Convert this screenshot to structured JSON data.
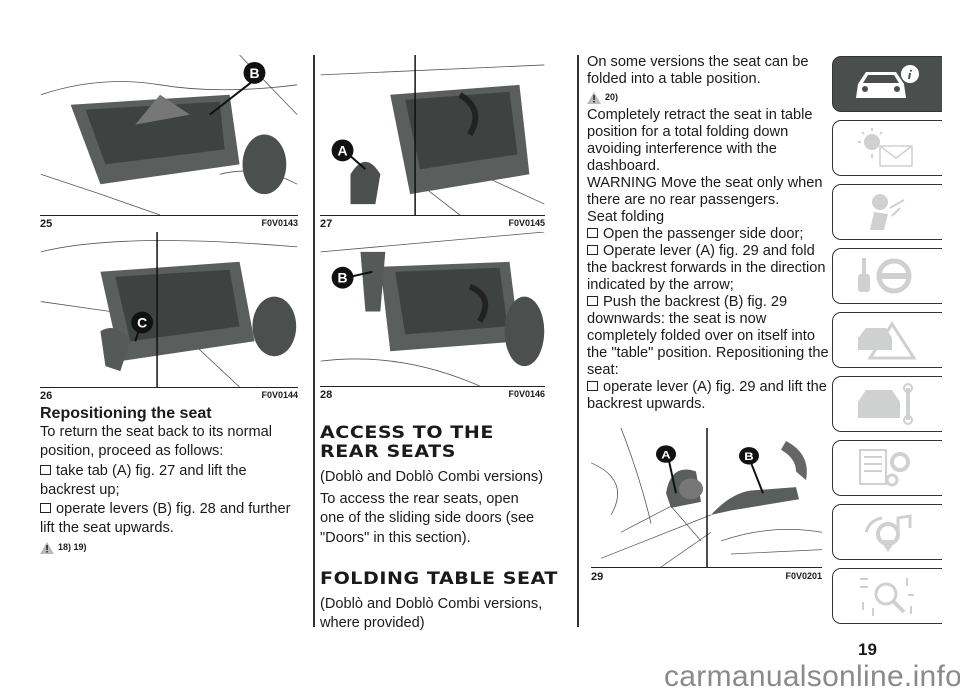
{
  "figures": [
    {
      "number": "25",
      "code": "F0V0143",
      "callouts": [
        "B"
      ]
    },
    {
      "number": "26",
      "code": "F0V0144",
      "callouts": [
        "C"
      ]
    },
    {
      "number": "27",
      "code": "F0V0145",
      "callouts": [
        "A"
      ]
    },
    {
      "number": "28",
      "code": "F0V0146",
      "callouts": [
        "B"
      ]
    },
    {
      "number": "29",
      "code": "F0V0201",
      "callouts": [
        "A",
        "B"
      ]
    }
  ],
  "left": {
    "heading": "Repositioning the seat",
    "intro": "To return the seat back to its normal position, proceed as follows:",
    "bullets": [
      "take tab (A) fig. 27 and lift the backrest up;",
      "operate levers (B) fig. 28 and further lift the seat upwards."
    ],
    "warning_refs": "18) 19)"
  },
  "middle": {
    "heading1": "ACCESS TO THE REAR SEATS",
    "sub1": "(Doblò and Doblò Combi versions)",
    "body1": "To access the rear seats, open one of the sliding side doors (see \"Doors\" in this section).",
    "heading2": "FOLDING TABLE SEAT",
    "sub2": "(Doblò and Doblò Combi versions, where provided)"
  },
  "right": {
    "intro": "On some versions the seat can be folded into a table position.",
    "warning_refs": "20)",
    "p1": "Completely retract the seat in table position for a total folding down avoiding interference with the dashboard.",
    "p2": "WARNING Move the seat only when there are no rear passengers.",
    "p3": "Seat folding",
    "bullets": [
      "Open the passenger side door;",
      "Operate lever (A) fig. 29 and fold the backrest forwards in the direction indicated by the arrow;",
      "Push the backrest (B) fig. 29 downwards: the seat is now completely folded over on itself into the \"table\" position. Repositioning the seat:",
      "operate lever (A) fig. 29 and lift the backrest upwards."
    ]
  },
  "tabs": [
    {
      "icon": "car-info-icon",
      "active": true
    },
    {
      "icon": "warning-light-message-icon"
    },
    {
      "icon": "airbag-seat-icon"
    },
    {
      "icon": "key-steering-wheel-icon"
    },
    {
      "icon": "emergency-triangle-icon"
    },
    {
      "icon": "car-maintenance-icon"
    },
    {
      "icon": "technical-data-icon"
    },
    {
      "icon": "multimedia-icon"
    },
    {
      "icon": "index-search-icon"
    }
  ],
  "page_number": "19",
  "watermark": "carmanualsonline.info"
}
